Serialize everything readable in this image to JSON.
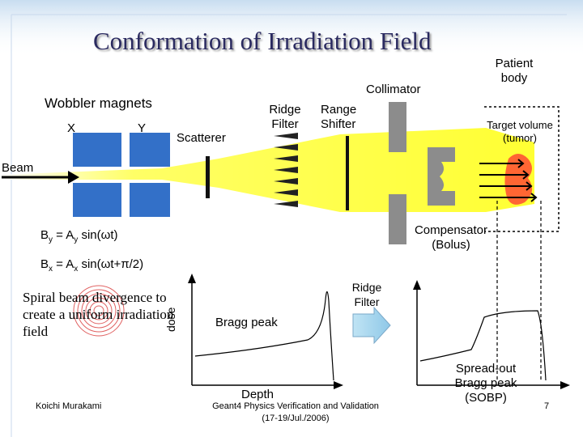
{
  "title": "Conformation of Irradiation Field",
  "labels": {
    "wobbler": "Wobbler magnets",
    "x": "X",
    "y": "Y",
    "scatterer": "Scatterer",
    "ridge_filter": "Ridge\nFilter",
    "range_shifter": "Range\nShifter",
    "collimator": "Collimator",
    "patient_body": "Patient\nbody",
    "target_volume": "Target volume\n(tumor)",
    "beam": "Beam",
    "compensator": "Compensator\n(Bolus)",
    "ridge_filter_arrow": "Ridge\nFilter",
    "bragg_peak": "Bragg peak",
    "dose": "dose",
    "depth": "Depth",
    "sobp": "Spread-out\nBragg peak\n(SOBP)"
  },
  "equations": {
    "by": {
      "main": "B",
      "sub1": "y",
      "mid": " = A",
      "sub2": "y",
      "tail": " sin(ωt)"
    },
    "bx": {
      "main": "B",
      "sub1": "x",
      "mid": " = A",
      "sub2": "x",
      "tail": " sin(ωt+π/2)"
    }
  },
  "spiral_text": "Spiral beam divergence to create a uniform irradiation field",
  "footer": {
    "author": "Koichi Murakami",
    "venue": "Geant4 Physics Verification and Validation\n(17-19/Jul./2006)",
    "page": "7"
  },
  "colors": {
    "title": "#2a2a60",
    "beam": "#ffff33",
    "magnet": "#3370c8",
    "collimator": "#8c8c8c",
    "tumor": "#ff6633",
    "arrow_fill": "#a8d8f0"
  }
}
